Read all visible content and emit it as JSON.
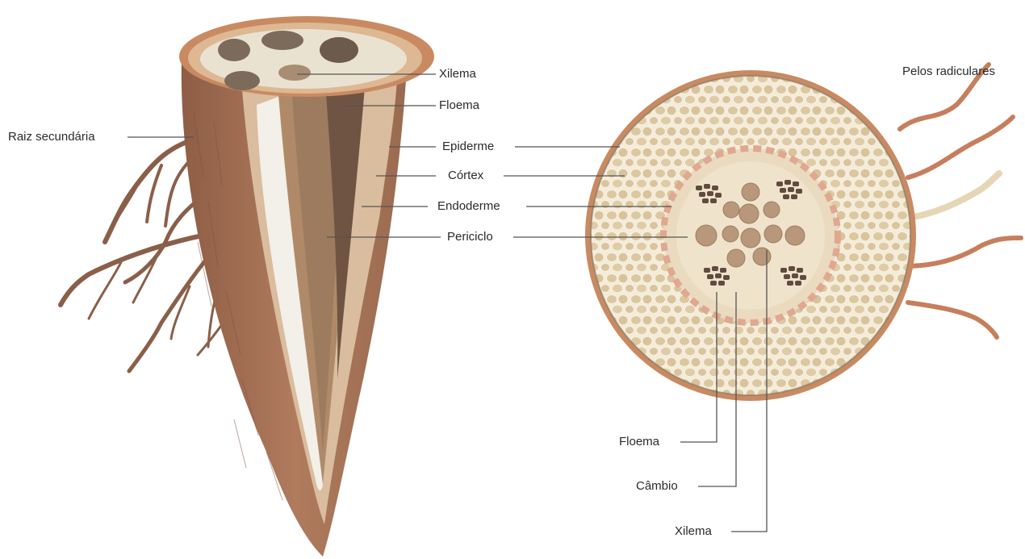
{
  "colors": {
    "epidermis": "#c98a62",
    "bark": "#a46f52",
    "bark_dark": "#7d5440",
    "cortex_fill": "#eee1c7",
    "cortex_cell": "#dcc8a0",
    "pericycle_cell": "#e0a890",
    "xylem_vessel": "#b8977a",
    "phloem_cell": "#5f4b40",
    "root_hair": "#c77e5d",
    "root_hair_light": "#e5d6b6"
  },
  "labels": {
    "left": {
      "xilema": "Xilema",
      "floema": "Floema",
      "raiz_secundaria": "Raiz secundária"
    },
    "center": {
      "epiderme": "Epiderme",
      "cortex": "Córtex",
      "endoderme": "Endoderme",
      "periciclo": "Periciclo"
    },
    "right": {
      "pelos_radiculares": "Pelos radiculares",
      "floema": "Floema",
      "cambio": "Câmbio",
      "xilema": "Xilema"
    }
  }
}
